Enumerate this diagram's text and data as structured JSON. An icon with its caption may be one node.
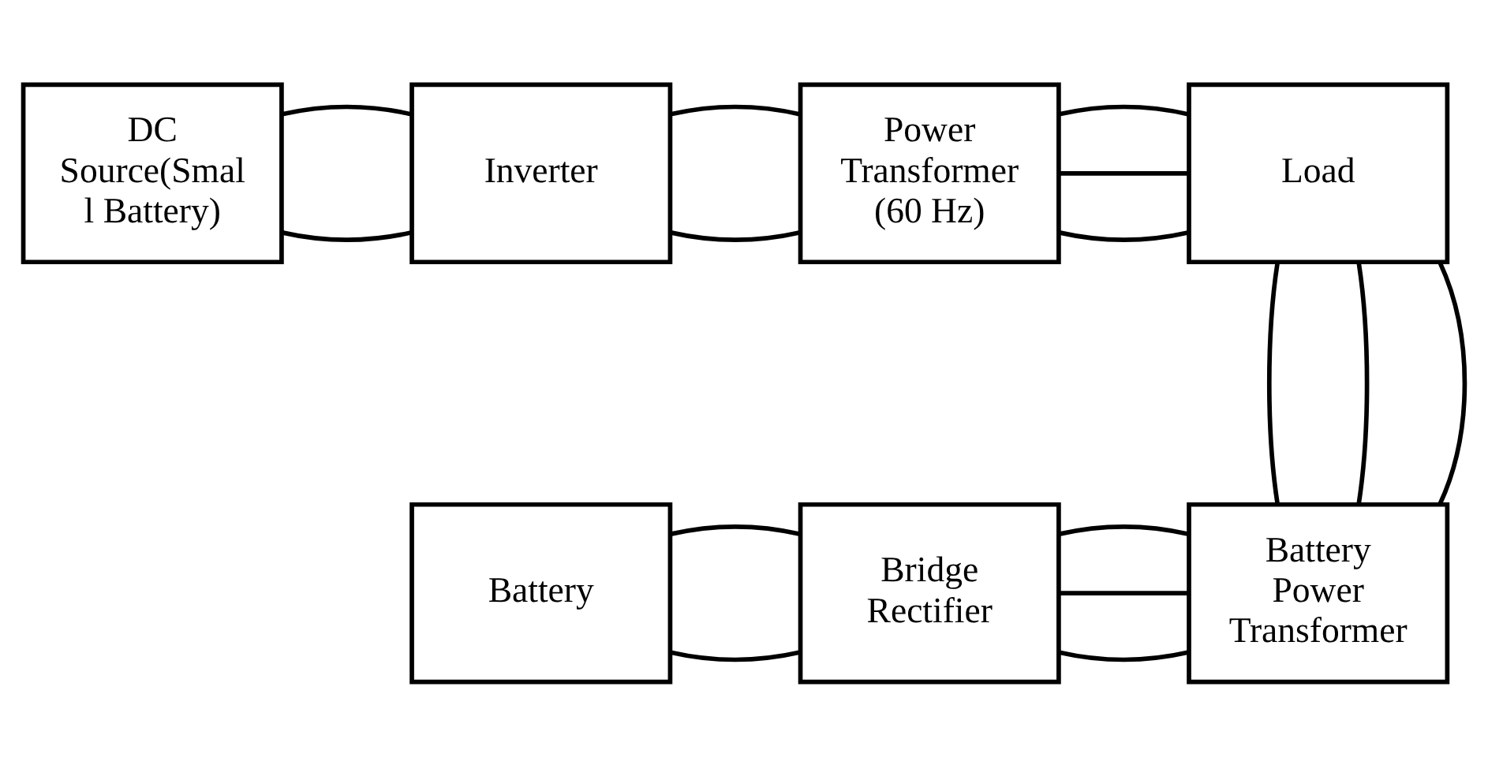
{
  "diagram": {
    "nodes": [
      {
        "text": [
          "DC Source(Smal l Battery)"
        ]
      },
      {
        "text": [
          "Inverter"
        ]
      },
      {
        "text": [
          "Power Transformer (60 Hz)"
        ]
      },
      {
        "text": [
          "Load"
        ]
      },
      {
        "text": [
          "Battery"
        ]
      },
      {
        "text": [
          "Bridge Rectifier"
        ]
      },
      {
        "text": [
          "Battery Power Transformer"
        ]
      }
    ],
    "edges": [
      {
        "from": 0,
        "to": 1,
        "arrow": "none"
      },
      {
        "from": 0,
        "to": 1,
        "arrow": "none"
      },
      {
        "from": 1,
        "to": 2,
        "arrow": "none"
      },
      {
        "from": 1,
        "to": 2,
        "arrow": "none"
      },
      {
        "from": 2,
        "to": 3,
        "arrow": "none"
      },
      {
        "from": 2,
        "to": 3,
        "arrow": "none"
      },
      {
        "from": 2,
        "to": 3,
        "arrow": "none"
      },
      {
        "from": 6,
        "to": 3,
        "arrow": "none"
      },
      {
        "from": 6,
        "to": 3,
        "arrow": "none"
      },
      {
        "from": 6,
        "to": 3,
        "arrow": "none"
      },
      {
        "from": 4,
        "to": 5,
        "arrow": "none"
      },
      {
        "from": 4,
        "to": 5,
        "arrow": "none"
      },
      {
        "from": 5,
        "to": 6,
        "arrow": "none"
      },
      {
        "from": 5,
        "to": 6,
        "arrow": "none"
      },
      {
        "from": 5,
        "to": 6,
        "arrow": "none"
      }
    ]
  }
}
